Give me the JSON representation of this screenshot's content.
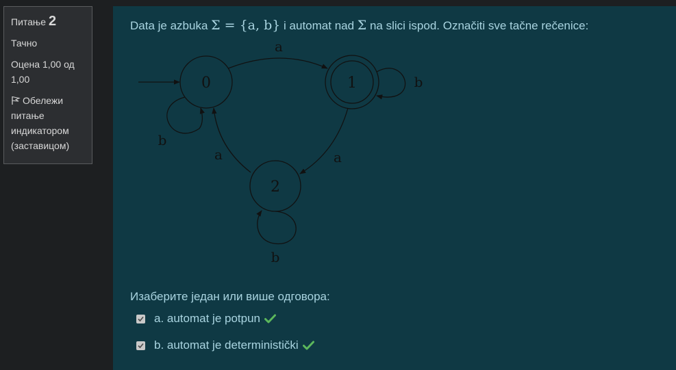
{
  "sidebar": {
    "question_label": "Питање",
    "question_number": "2",
    "status": "Тачно",
    "grade": "Оцена 1,00 од 1,00",
    "flag_label": "Обележи питање индикатором (заставицом)",
    "flag_icon": "flag-icon"
  },
  "question": {
    "text_before": "Data je azbuka ",
    "math_set": "Σ = {a, b}",
    "text_middle": " i automat nad ",
    "math_sigma": "Σ",
    "text_after": " na slici ispod. Označiti sve tačne rečenice:"
  },
  "automaton": {
    "states": [
      {
        "id": "0",
        "label": "0",
        "initial": true,
        "accepting": false
      },
      {
        "id": "1",
        "label": "1",
        "initial": false,
        "accepting": true
      },
      {
        "id": "2",
        "label": "2",
        "initial": false,
        "accepting": false
      }
    ],
    "transitions": [
      {
        "from": "0",
        "to": "1",
        "label": "a"
      },
      {
        "from": "1",
        "to": "1",
        "label": "b"
      },
      {
        "from": "0",
        "to": "0",
        "label": "b"
      },
      {
        "from": "1",
        "to": "2",
        "label": "a"
      },
      {
        "from": "2",
        "to": "0",
        "label": "a"
      },
      {
        "from": "2",
        "to": "2",
        "label": "b"
      }
    ]
  },
  "answers": {
    "prompt": "Изаберите један или више одговора:",
    "options": [
      {
        "label": "a. automat je potpun",
        "checked": true,
        "correct": true
      },
      {
        "label": "b. automat je deterministički",
        "checked": true,
        "correct": true
      }
    ]
  },
  "colors": {
    "panel_bg": "#0f3944",
    "text": "#a9d4e0",
    "correct": "#5cb85c"
  }
}
